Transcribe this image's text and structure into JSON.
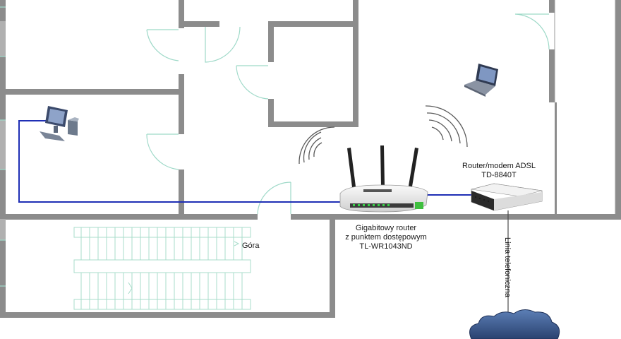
{
  "labels": {
    "adsl_line1": "Router/modem ADSL",
    "adsl_line2": "TD-8840T",
    "router_line1": "Gigabitowy router",
    "router_line2": "z punktem dostępowym",
    "router_line3": "TL-WR1043ND",
    "stairs_label": "Góra",
    "phone_line_label": "Linia telefoniczna"
  },
  "colors": {
    "wall": "#8c8c8c",
    "door": "#9ed9c8",
    "stairs": "#a8dccb",
    "ethernet": "#1f2fb5",
    "phone_line": "#4a4a4a",
    "cloud": "#3d5a8a",
    "router_body": "#e8e8e8"
  },
  "icons": [
    "desktop-computer-icon",
    "laptop-icon",
    "wifi-router-icon",
    "adsl-modem-icon",
    "cloud-icon",
    "wifi-waves-icon"
  ]
}
